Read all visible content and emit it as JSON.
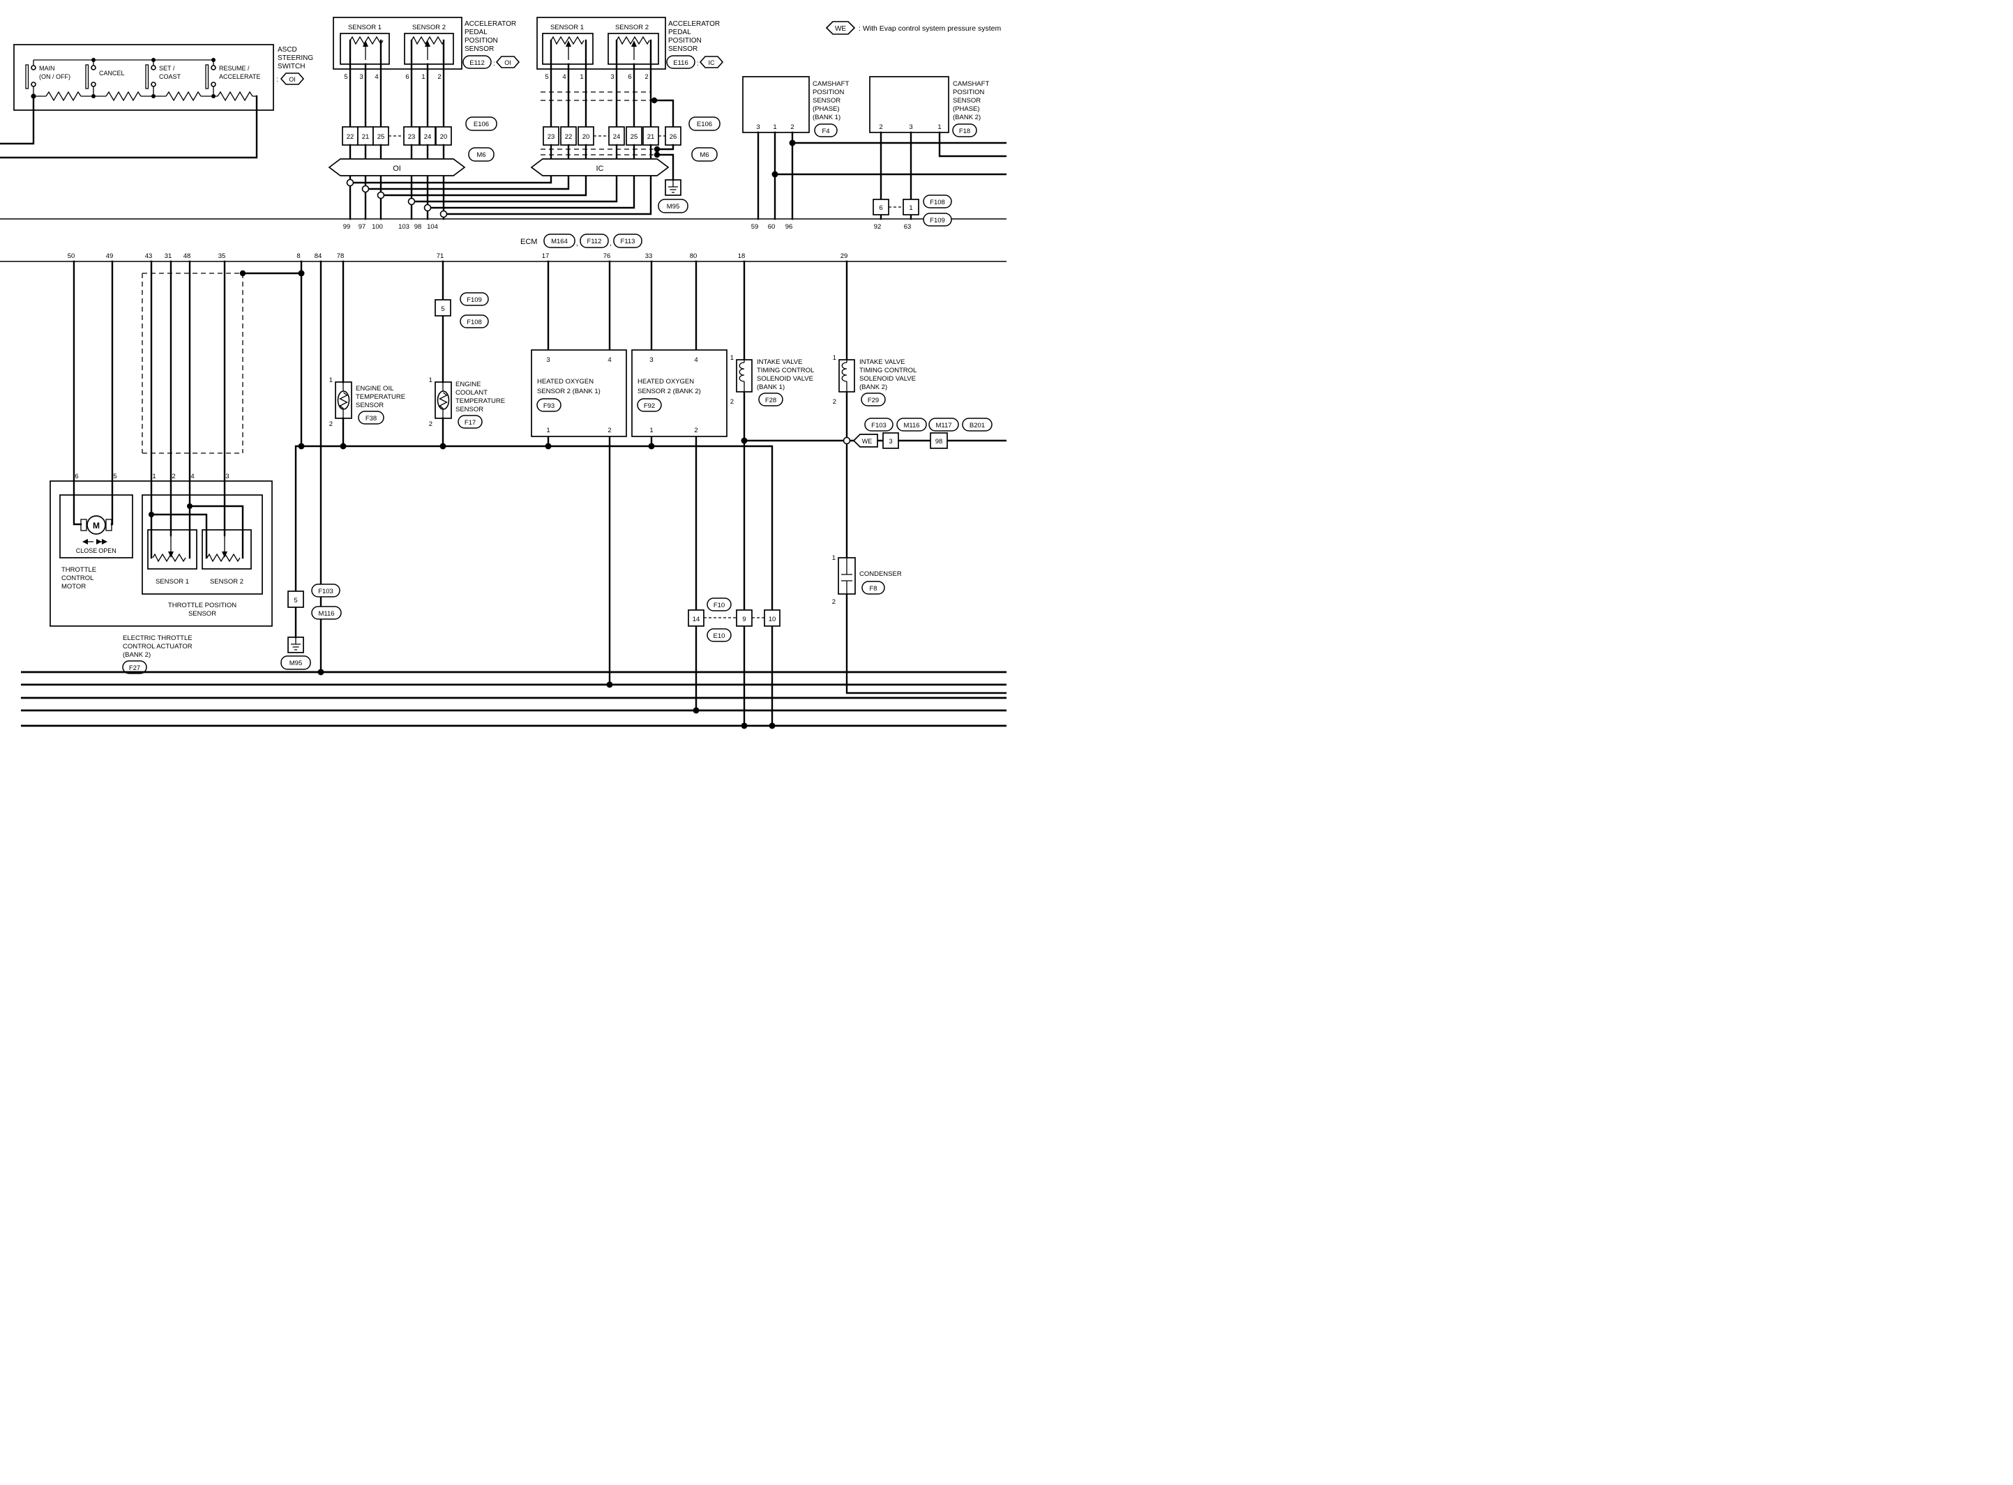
{
  "legend": {
    "symbol": "WE",
    "text": ": With Evap control system pressure system"
  },
  "ascd": {
    "title_lines": [
      "ASCD",
      "STEERING",
      "SWITCH"
    ],
    "colon": ":",
    "connector": "OI",
    "switches": [
      [
        "MAIN",
        "(ON / OFF)"
      ],
      [
        "CANCEL"
      ],
      [
        "SET /",
        "COAST"
      ],
      [
        "RESUME /",
        "ACCELERATE"
      ]
    ]
  },
  "app1": {
    "title_lines": [
      "ACCELERATOR",
      "PEDAL",
      "POSITION",
      "SENSOR"
    ],
    "ref": "E112",
    "colon": ":",
    "connector": "OI",
    "sensor1": "SENSOR 1",
    "sensor2": "SENSOR 2",
    "pins": [
      "5",
      "3",
      "4",
      "6",
      "1",
      "2"
    ],
    "conn_pins": [
      "22",
      "21",
      "25",
      "23",
      "24",
      "20"
    ],
    "ref_top": "E106",
    "ref_bottom": "M6",
    "bus": "OI"
  },
  "app2": {
    "title_lines": [
      "ACCELERATOR",
      "PEDAL",
      "POSITION",
      "SENSOR"
    ],
    "ref": "E116",
    "colon": ":",
    "connector": "IC",
    "sensor1": "SENSOR 1",
    "sensor2": "SENSOR 2",
    "pins": [
      "5",
      "4",
      "1",
      "3",
      "6",
      "2"
    ],
    "conn_pins": [
      "23",
      "22",
      "20",
      "24",
      "25",
      "21"
    ],
    "conn_extra": "26",
    "ref_top": "E106",
    "ref_bottom": "M6",
    "bus": "IC",
    "ground_ref": "M95"
  },
  "ecm": {
    "label": "ECM",
    "refs": [
      "M164",
      "F112",
      "F113"
    ],
    "comma": ",",
    "top_pins": [
      "99",
      "97",
      "100",
      "103",
      "98",
      "104",
      "59",
      "60",
      "96",
      "92",
      "63"
    ],
    "bottom_pins": [
      "50",
      "49",
      "43",
      "31",
      "48",
      "35",
      "8",
      "84",
      "78",
      "71",
      "17",
      "76",
      "33",
      "80",
      "18",
      "29"
    ]
  },
  "cmp1": {
    "title_lines": [
      "CAMSHAFT",
      "POSITION",
      "SENSOR",
      "(PHASE)",
      "(BANK 1)"
    ],
    "ref": "F4",
    "pins": [
      "3",
      "1",
      "2"
    ]
  },
  "cmp2": {
    "title_lines": [
      "CAMSHAFT",
      "POSITION",
      "SENSOR",
      "(PHASE)",
      "(BANK 2)"
    ],
    "ref": "F18",
    "pins": [
      "2",
      "3",
      "1"
    ]
  },
  "cmp_conn": {
    "pins": [
      "6",
      "1"
    ],
    "ref_top": "F108",
    "ref_bottom": "F109"
  },
  "oil_temp": {
    "title_lines": [
      "ENGINE OIL",
      "TEMPERATURE",
      "SENSOR"
    ],
    "ref": "F38",
    "pins": [
      "1",
      "2"
    ]
  },
  "coolant_temp": {
    "title_lines": [
      "ENGINE",
      "COOLANT",
      "TEMPERATURE",
      "SENSOR"
    ],
    "ref": "F17",
    "pins": [
      "1",
      "2"
    ]
  },
  "coolant_conn": {
    "pin": "5",
    "ref_top": "F109",
    "ref_bottom": "F108"
  },
  "ho2s1": {
    "title_lines": [
      "HEATED OXYGEN",
      "SENSOR 2 (BANK 1)"
    ],
    "ref": "F93",
    "top_pins": [
      "3",
      "4"
    ],
    "bottom_pins": [
      "1",
      "2"
    ]
  },
  "ho2s2": {
    "title_lines": [
      "HEATED OXYGEN",
      "SENSOR 2 (BANK 2)"
    ],
    "ref": "F92",
    "top_pins": [
      "3",
      "4"
    ],
    "bottom_pins": [
      "1",
      "2"
    ]
  },
  "ivt1": {
    "title_lines": [
      "INTAKE VALVE",
      "TIMING CONTROL",
      "SOLENOID VALVE",
      "(BANK 1)"
    ],
    "ref": "F28",
    "pins": [
      "1",
      "2"
    ]
  },
  "ivt2": {
    "title_lines": [
      "INTAKE VALVE",
      "TIMING CONTROL",
      "SOLENOID VALVE",
      "(BANK 2)"
    ],
    "ref": "F29",
    "pins": [
      "1",
      "2"
    ]
  },
  "we_branch": {
    "symbol": "WE",
    "box1": "3",
    "box2": "98",
    "refs": [
      "F103",
      "M116",
      "M117",
      "B201"
    ]
  },
  "throttle": {
    "pins": [
      "6",
      "5",
      "1",
      "2",
      "4",
      "3"
    ],
    "motor_symbol": "M",
    "close": "CLOSE",
    "open": "OPEN",
    "motor_title_lines": [
      "THROTTLE",
      "CONTROL",
      "MOTOR"
    ],
    "sensor1": "SENSOR 1",
    "sensor2": "SENSOR 2",
    "tps_title_lines": [
      "THROTTLE POSITION",
      "SENSOR"
    ],
    "title_lines": [
      "ELECTRIC THROTTLE",
      "CONTROL ACTUATOR",
      "(BANK 2)"
    ],
    "ref": "F27"
  },
  "branch8": {
    "pin": "5",
    "ref_top": "F103",
    "ref_bottom": "M116",
    "ground_ref": "M95"
  },
  "bottom_conn": {
    "pins": [
      "14",
      "9",
      "10"
    ],
    "ref_top": "F10",
    "ref_bottom": "E10"
  },
  "condenser": {
    "title": "CONDENSER",
    "ref": "F8",
    "pins": [
      "1",
      "2"
    ]
  }
}
